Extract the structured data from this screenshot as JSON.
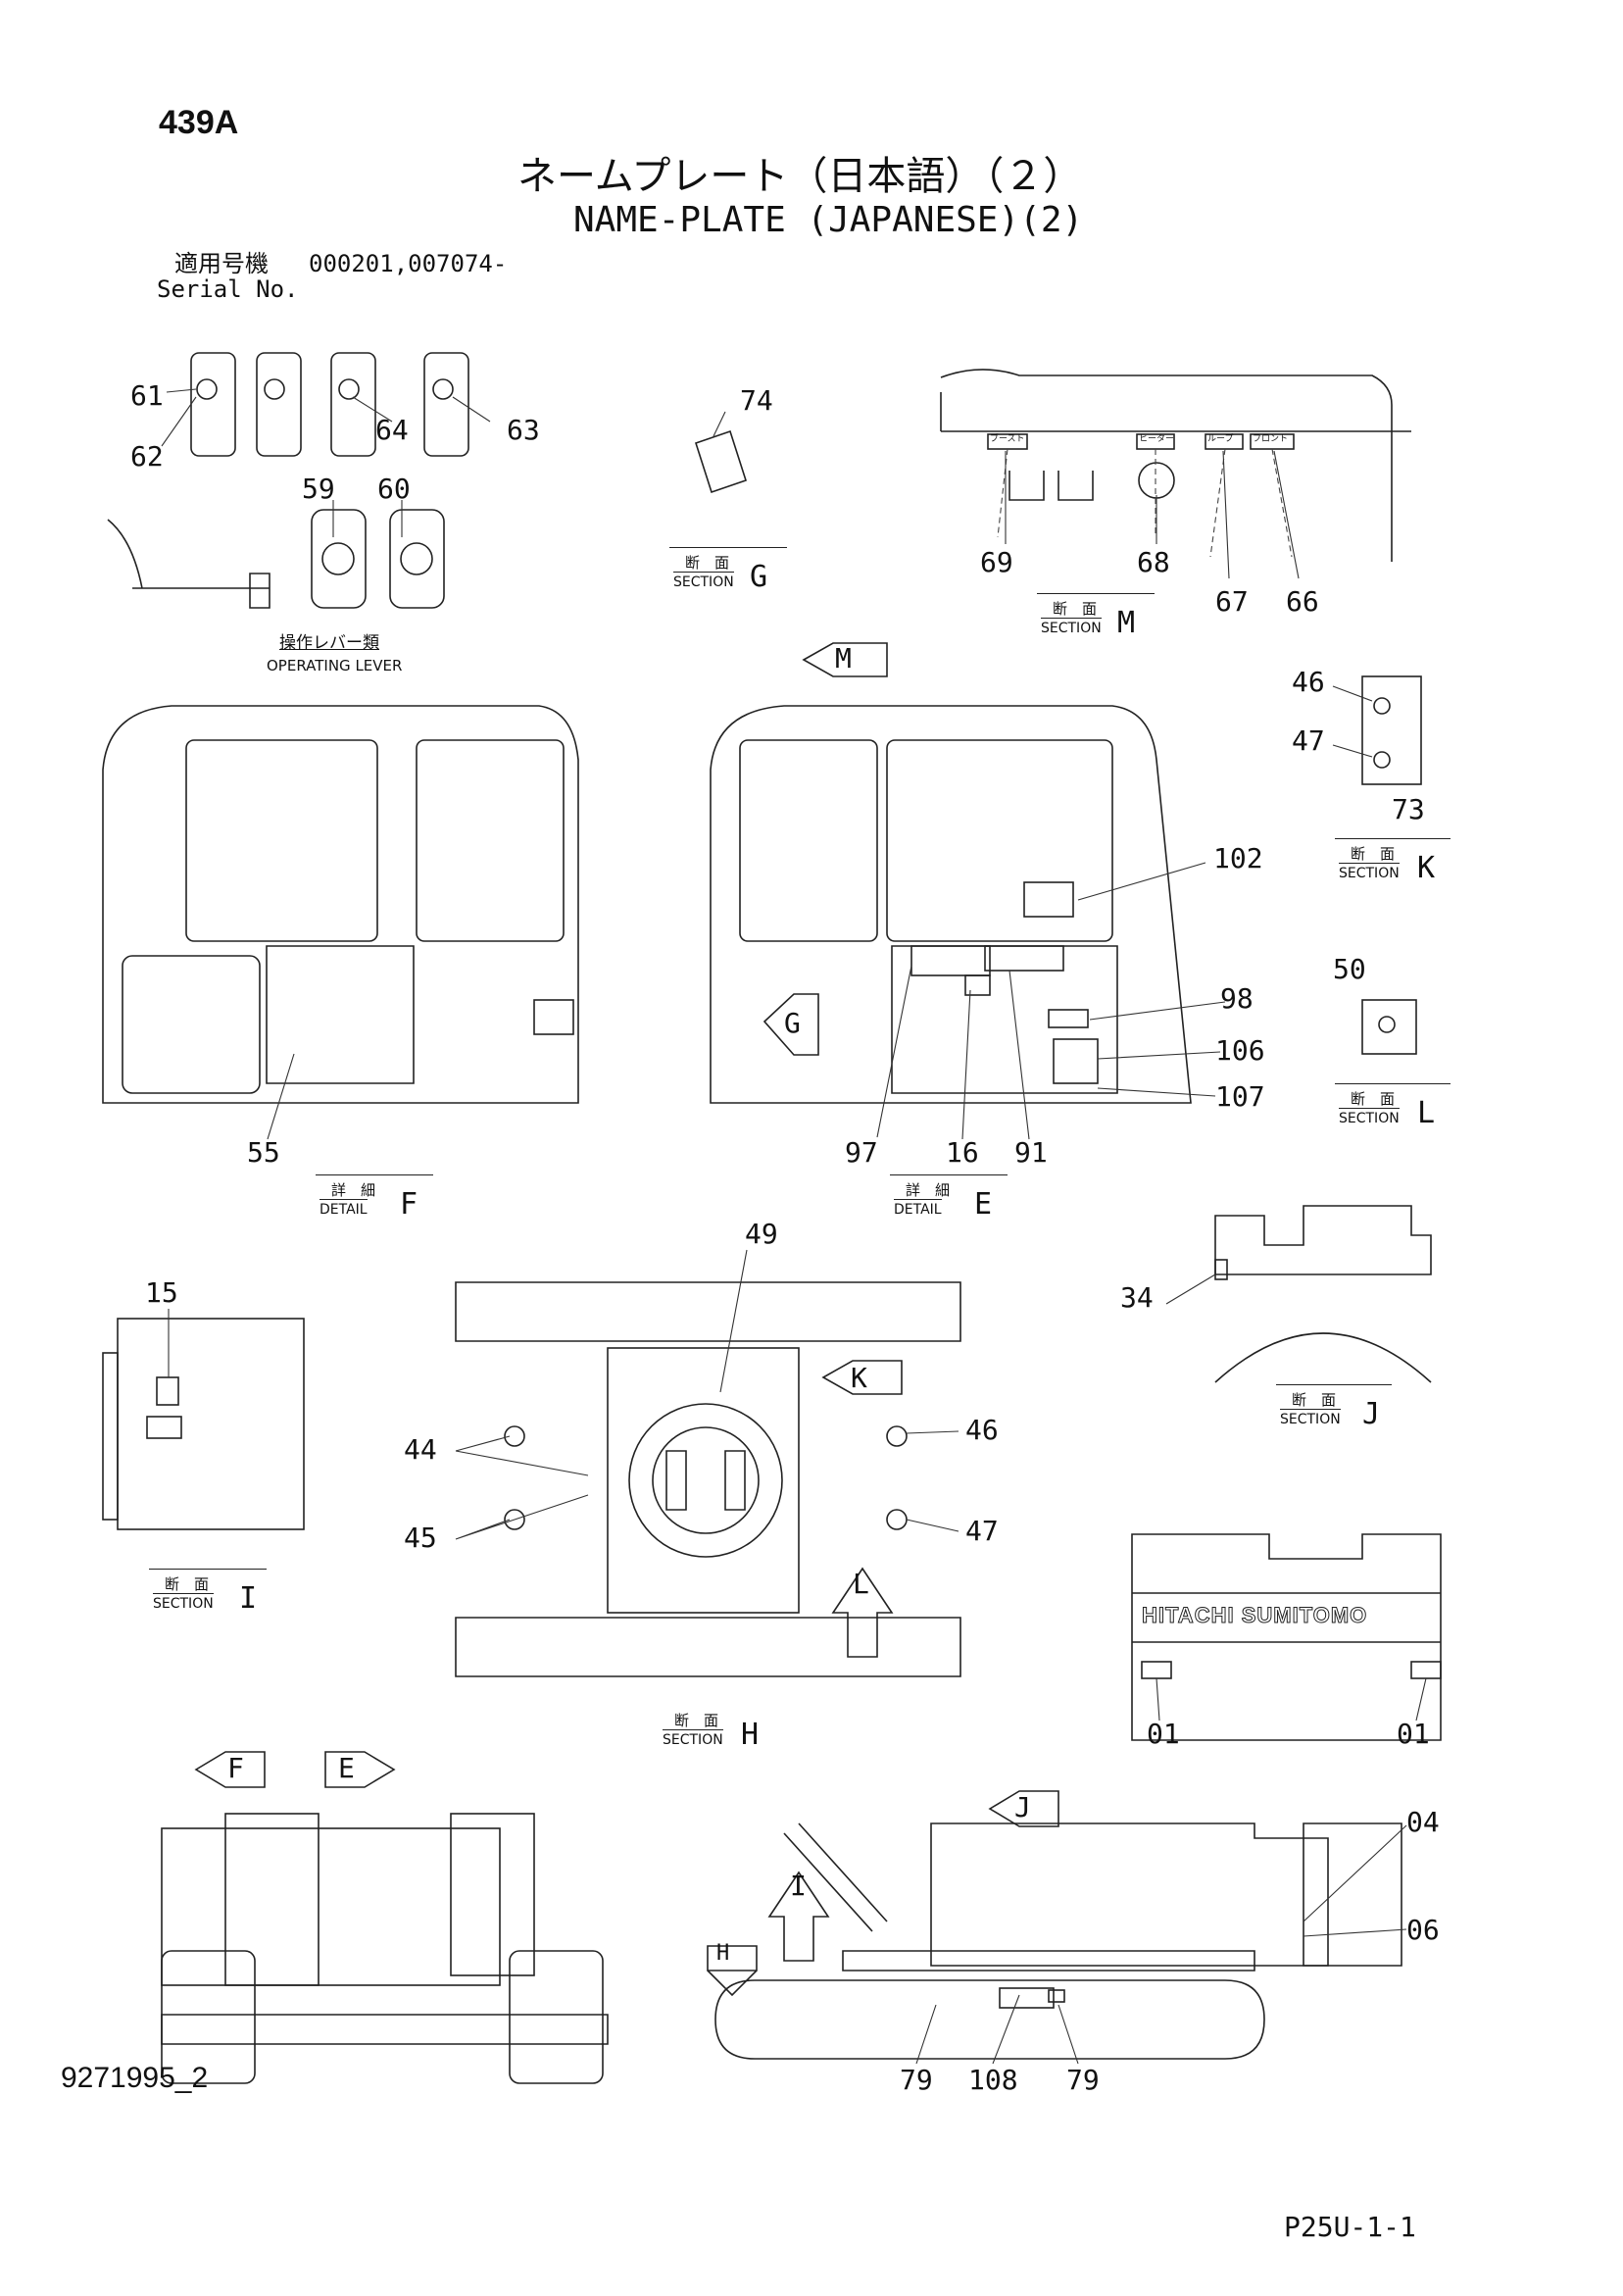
{
  "header": {
    "code": "439A",
    "title_jp": "ネームプレート（日本語）（２）",
    "title_en": "NAME-PLATE (JAPANESE)(2)",
    "serial_label_jp": "適用号機",
    "serial_label_en": "Serial No.",
    "serial_value": "000201,007074-"
  },
  "section_labels": {
    "jp_section": "断　面",
    "en_section": "SECTION",
    "jp_detail": "詳　細",
    "en_detail": "DETAIL"
  },
  "views": {
    "operating_lever_jp": "操作レバー類",
    "operating_lever_en": "OPERATING LEVER",
    "G": "G",
    "M": "M",
    "K": "K",
    "L": "L",
    "F": "F",
    "E": "E",
    "J": "J",
    "I": "I",
    "H": "H"
  },
  "brand_plate": "HITACHI SUMITOMO",
  "callouts": {
    "c61": "61",
    "c62": "62",
    "c64": "64",
    "c63": "63",
    "c59": "59",
    "c60": "60",
    "c74": "74",
    "c69": "69",
    "c68": "68",
    "c67": "67",
    "c66": "66",
    "c46a": "46",
    "c47a": "47",
    "c73": "73",
    "c102": "102",
    "c50": "50",
    "c98": "98",
    "c106": "106",
    "c107": "107",
    "c55": "55",
    "c97": "97",
    "c16": "16",
    "c91": "91",
    "c49": "49",
    "c15": "15",
    "c34": "34",
    "c44": "44",
    "c46b": "46",
    "c45": "45",
    "c47b": "47",
    "c01a": "01",
    "c01b": "01",
    "c04": "04",
    "c06": "06",
    "c79a": "79",
    "c108": "108",
    "c79b": "79"
  },
  "panel_tags": [
    "ブースト",
    "ヒーター",
    "ループ",
    "フロント"
  ],
  "footer": {
    "drawing_no": "9271995_2",
    "page_ref": "P25U-1-1"
  }
}
